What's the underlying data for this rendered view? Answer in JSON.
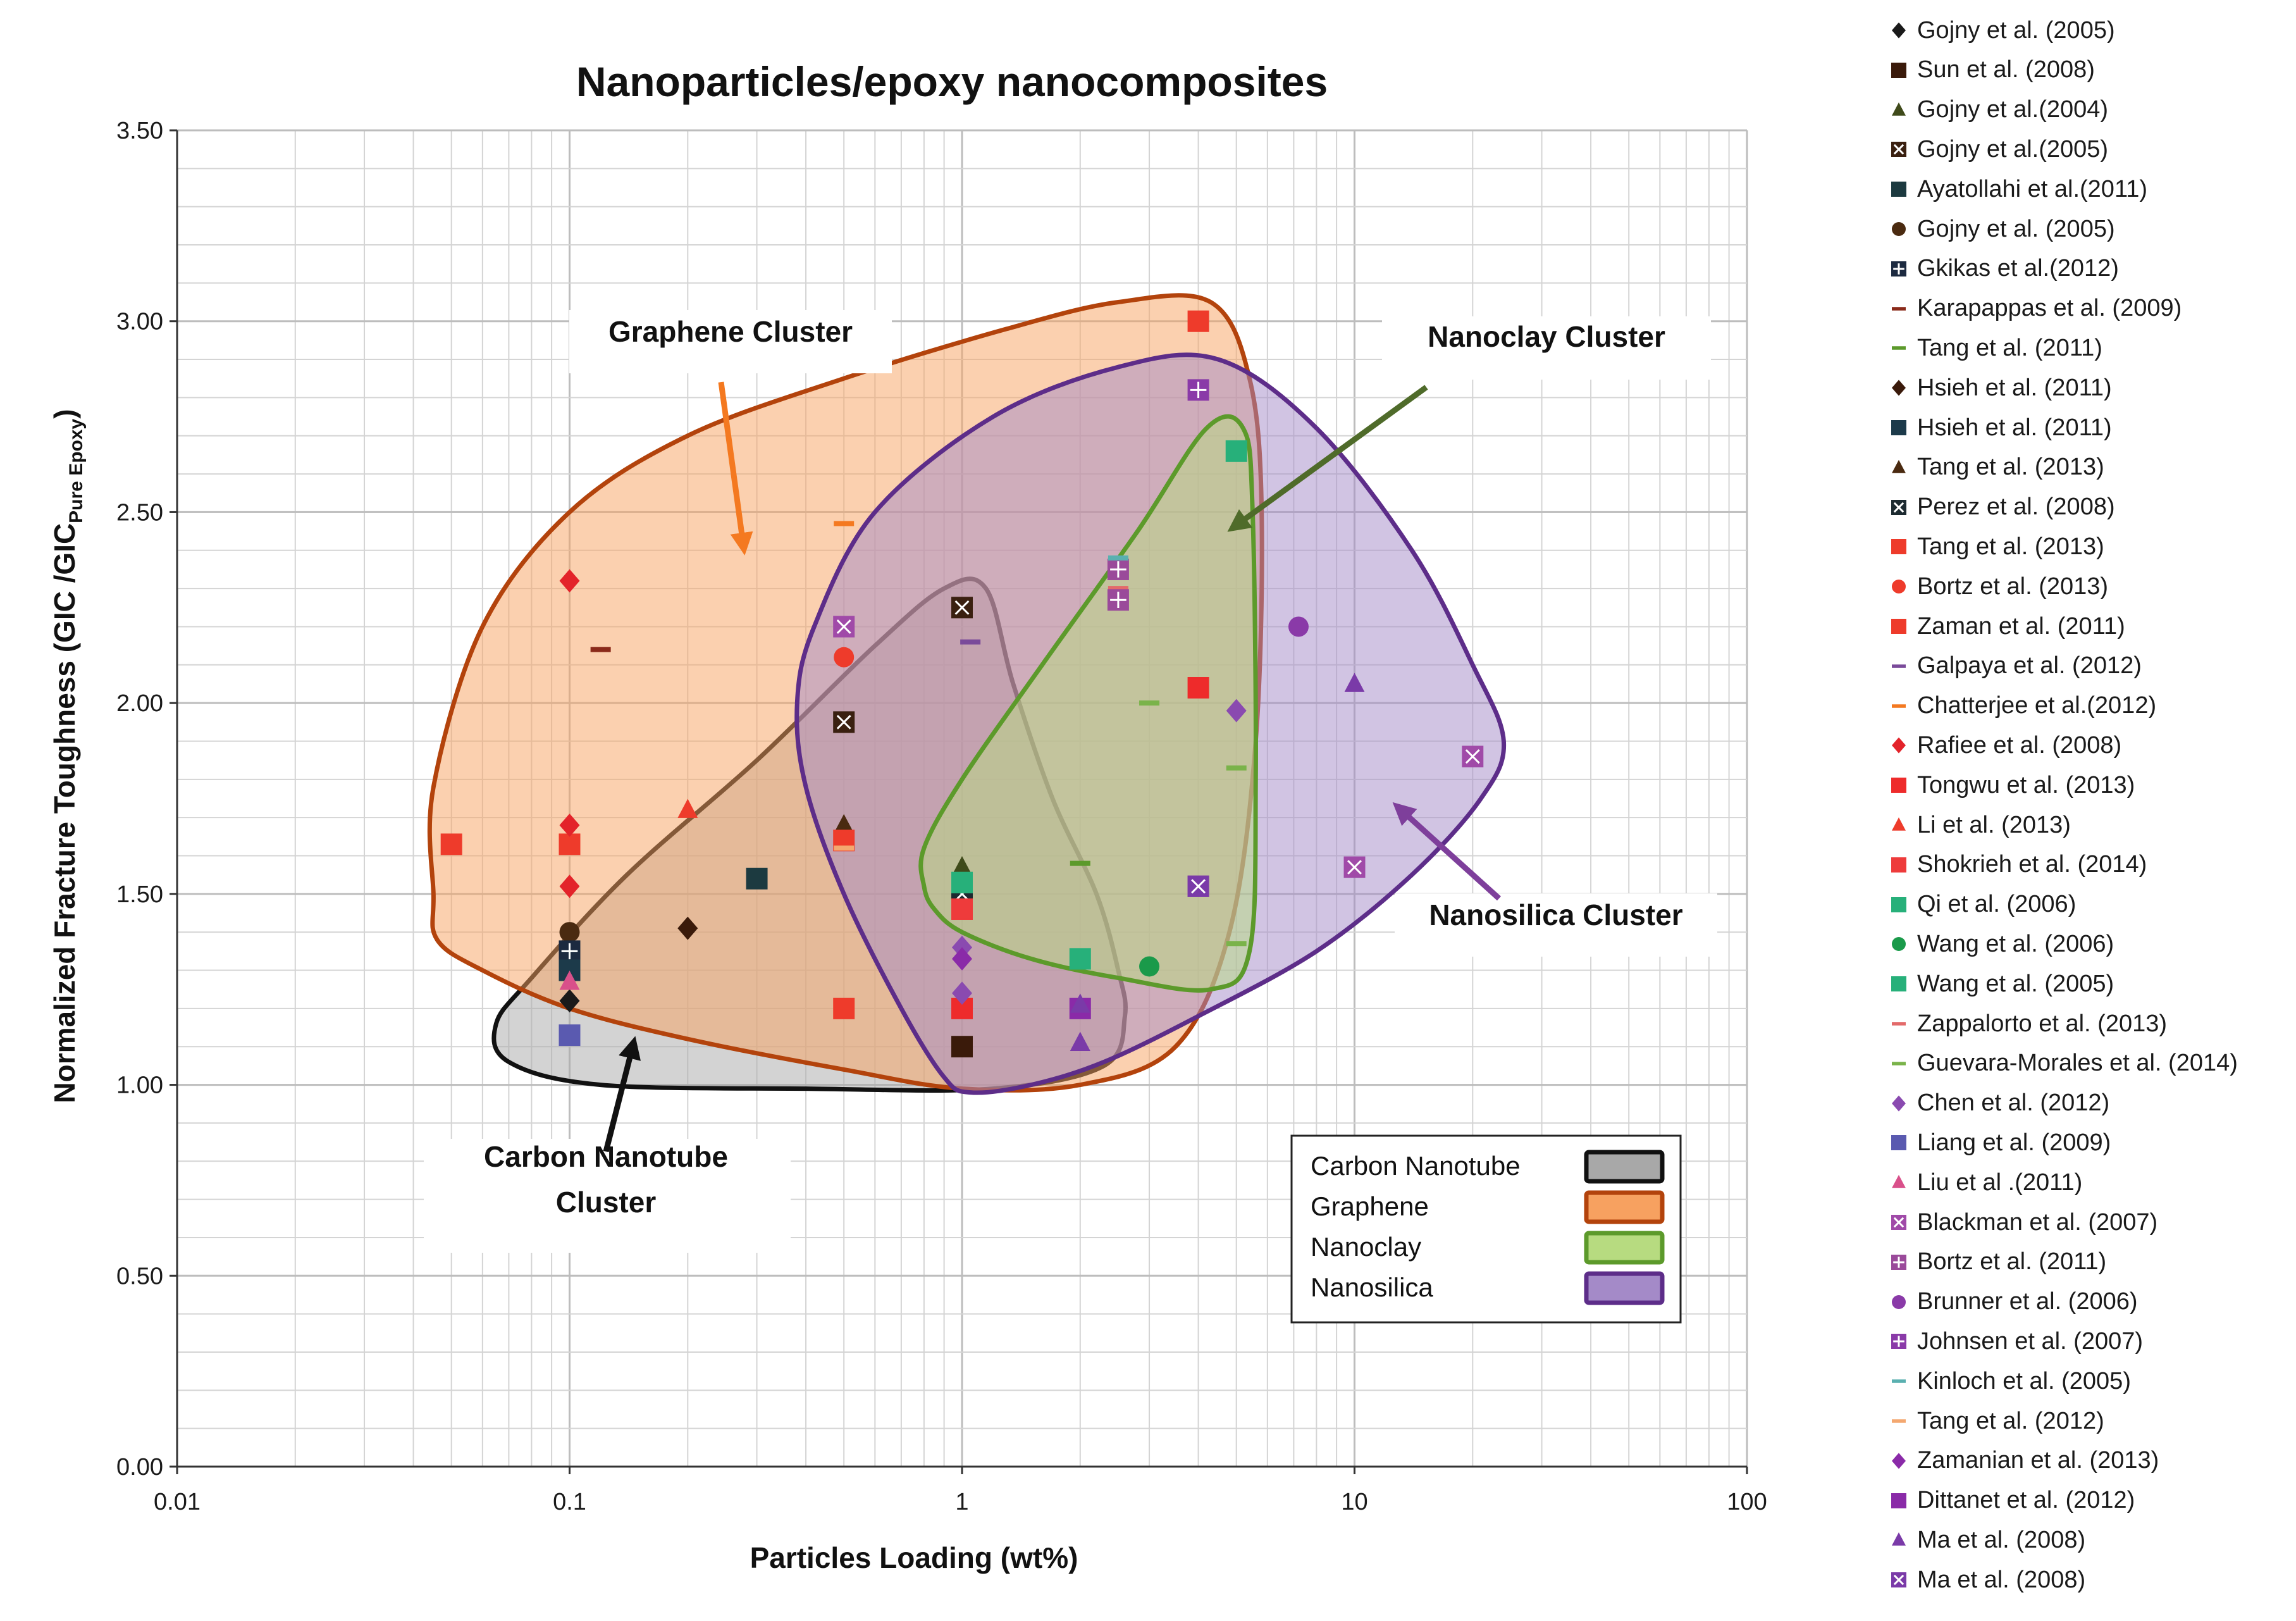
{
  "chart_data": {
    "type": "scatter",
    "title": "Nanoparticles/epoxy nanocomposites",
    "xlabel": "Particles Loading (wt%)",
    "ylabel_main": "Normalized Fracture Toughness (GIC /GIC",
    "ylabel_sub": "Pure Epoxy",
    "ylabel_close": ")",
    "x_scale": "log",
    "xlim": [
      0.01,
      100
    ],
    "ylim": [
      0,
      3.5
    ],
    "grid": true,
    "x_ticks": [
      {
        "value": 0.01,
        "label": "0.01"
      },
      {
        "value": 0.1,
        "label": "0.1"
      },
      {
        "value": 1,
        "label": "1"
      },
      {
        "value": 10,
        "label": "10"
      },
      {
        "value": 100,
        "label": "100"
      }
    ],
    "y_ticks": [
      {
        "value": 0,
        "label": "0.00"
      },
      {
        "value": 0.5,
        "label": "0.50"
      },
      {
        "value": 1.0,
        "label": "1.00"
      },
      {
        "value": 1.5,
        "label": "1.50"
      },
      {
        "value": 2.0,
        "label": "2.00"
      },
      {
        "value": 2.5,
        "label": "2.50"
      },
      {
        "value": 3.0,
        "label": "3.00"
      },
      {
        "value": 3.5,
        "label": "3.50"
      }
    ],
    "regions": [
      {
        "name": "Carbon Nanotube",
        "fill": "#a8a8a8",
        "stroke": "#111111",
        "points": [
          [
            0.065,
            1.16
          ],
          [
            0.08,
            1.28
          ],
          [
            0.14,
            1.55
          ],
          [
            0.3,
            1.85
          ],
          [
            0.6,
            2.15
          ],
          [
            0.9,
            2.3
          ],
          [
            1.15,
            2.3
          ],
          [
            1.35,
            2.05
          ],
          [
            1.7,
            1.75
          ],
          [
            2.2,
            1.5
          ],
          [
            2.5,
            1.3
          ],
          [
            2.6,
            1.18
          ],
          [
            2.3,
            1.05
          ],
          [
            1.2,
            0.99
          ],
          [
            0.4,
            0.99
          ],
          [
            0.12,
            1.0
          ],
          [
            0.07,
            1.06
          ]
        ]
      },
      {
        "name": "Graphene",
        "fill": "#f7a160",
        "stroke": "#b3430c",
        "points": [
          [
            0.045,
            1.5
          ],
          [
            0.045,
            1.78
          ],
          [
            0.06,
            2.2
          ],
          [
            0.1,
            2.5
          ],
          [
            0.2,
            2.7
          ],
          [
            0.5,
            2.85
          ],
          [
            1.3,
            2.98
          ],
          [
            2.5,
            3.05
          ],
          [
            4.3,
            3.05
          ],
          [
            5.4,
            2.85
          ],
          [
            5.8,
            2.5
          ],
          [
            5.6,
            1.9
          ],
          [
            4.8,
            1.4
          ],
          [
            3.5,
            1.1
          ],
          [
            2,
            1.0
          ],
          [
            1,
            0.99
          ],
          [
            0.5,
            1.04
          ],
          [
            0.2,
            1.12
          ],
          [
            0.1,
            1.2
          ],
          [
            0.06,
            1.3
          ],
          [
            0.046,
            1.38
          ]
        ]
      },
      {
        "name": "Nanosilica",
        "fill": "#a48ac8",
        "stroke": "#5d2d89",
        "points": [
          [
            0.38,
            2.0
          ],
          [
            0.42,
            2.2
          ],
          [
            0.6,
            2.5
          ],
          [
            1.2,
            2.75
          ],
          [
            2.5,
            2.88
          ],
          [
            4.5,
            2.9
          ],
          [
            8,
            2.72
          ],
          [
            14,
            2.4
          ],
          [
            20,
            2.1
          ],
          [
            24,
            1.9
          ],
          [
            21,
            1.75
          ],
          [
            14,
            1.55
          ],
          [
            8,
            1.35
          ],
          [
            4,
            1.18
          ],
          [
            2.3,
            1.06
          ],
          [
            1.5,
            1.0
          ],
          [
            1.05,
            0.98
          ],
          [
            0.9,
            1.02
          ],
          [
            0.7,
            1.2
          ],
          [
            0.5,
            1.5
          ],
          [
            0.4,
            1.78
          ]
        ]
      },
      {
        "name": "Nanoclay",
        "fill": "#b7db80",
        "stroke": "#5c9a2b",
        "points": [
          [
            0.8,
            1.52
          ],
          [
            0.8,
            1.62
          ],
          [
            1.0,
            1.8
          ],
          [
            1.6,
            2.1
          ],
          [
            2.8,
            2.45
          ],
          [
            4.2,
            2.72
          ],
          [
            5.2,
            2.72
          ],
          [
            5.5,
            2.5
          ],
          [
            5.6,
            1.8
          ],
          [
            5.4,
            1.35
          ],
          [
            4.3,
            1.25
          ],
          [
            2.5,
            1.28
          ],
          [
            1.5,
            1.33
          ],
          [
            1.0,
            1.4
          ],
          [
            0.85,
            1.46
          ]
        ]
      }
    ],
    "cluster_labels": [
      {
        "lines": [
          "Graphene Cluster"
        ],
        "color": "#111111",
        "arrow": "#f47920"
      },
      {
        "lines": [
          "Nanoclay Cluster"
        ],
        "color": "#111111",
        "arrow": "#4f6b2a"
      },
      {
        "lines": [
          "Nanosilica Cluster"
        ],
        "color": "#111111",
        "arrow": "#7e3f9b"
      },
      {
        "lines": [
          "Carbon Nanotube",
          "Cluster"
        ],
        "color": "#111111",
        "arrow": "#111111"
      }
    ],
    "inset_legend": [
      {
        "label": "Carbon Nanotube",
        "fill": "#a8a8a8",
        "stroke": "#111111"
      },
      {
        "label": "Graphene",
        "fill": "#f7a160",
        "stroke": "#b3430c"
      },
      {
        "label": "Nanoclay",
        "fill": "#b7db80",
        "stroke": "#5c9a2b"
      },
      {
        "label": "Nanosilica",
        "fill": "#a48ac8",
        "stroke": "#5d2d89"
      }
    ],
    "series": [
      {
        "name": "Gojny et al. (2005)",
        "marker": "diamond",
        "color": "#1a1a1a",
        "points": [
          [
            0.1,
            1.22
          ]
        ]
      },
      {
        "name": "Sun et al. (2008)",
        "marker": "square",
        "color": "#3a1a0a",
        "points": [
          [
            1.0,
            1.1
          ]
        ]
      },
      {
        "name": "Gojny et al.(2004)",
        "marker": "triangle",
        "color": "#3f4a1a",
        "points": [
          [
            1.0,
            1.57
          ]
        ]
      },
      {
        "name": "Gojny et al.(2005)",
        "marker": "square-x",
        "color": "#3a2010",
        "points": [
          [
            0.1,
            1.3
          ],
          [
            0.5,
            1.95
          ],
          [
            1.0,
            2.25
          ]
        ]
      },
      {
        "name": "Ayatollahi et al.(2011)",
        "marker": "square",
        "color": "#1c3a40",
        "points": [
          [
            0.3,
            1.54
          ]
        ]
      },
      {
        "name": "Gojny et al. (2005)",
        "marker": "circle",
        "color": "#4a2a10",
        "points": [
          [
            0.1,
            1.4
          ]
        ]
      },
      {
        "name": "Gkikas et al.(2012)",
        "marker": "square-plus",
        "color": "#1c2a40",
        "points": [
          [
            0.1,
            1.35
          ]
        ]
      },
      {
        "name": "Karapappas et al. (2009)",
        "marker": "dash",
        "color": "#8a2a1a",
        "points": [
          [
            0.12,
            2.14
          ]
        ]
      },
      {
        "name": "Tang et al. (2011)",
        "marker": "dash",
        "color": "#5c9a2b",
        "points": [
          [
            2.0,
            1.58
          ]
        ]
      },
      {
        "name": "Hsieh et al. (2011)",
        "marker": "diamond",
        "color": "#3a1a0a",
        "points": [
          [
            0.2,
            1.41
          ]
        ]
      },
      {
        "name": "Hsieh et al. (2011)",
        "marker": "square",
        "color": "#1c3a4a",
        "points": [
          [
            0.1,
            1.3
          ]
        ]
      },
      {
        "name": "Tang et al. (2013)",
        "marker": "triangle",
        "color": "#4a2a10",
        "points": [
          [
            0.5,
            1.68
          ]
        ]
      },
      {
        "name": "Perez et al. (2008)",
        "marker": "square-x",
        "color": "#1c2a30",
        "points": [
          [
            1.0,
            1.5
          ]
        ]
      },
      {
        "name": "Tang et al. (2013)",
        "marker": "square",
        "color": "#ee3b2b",
        "points": [
          [
            0.05,
            1.63
          ],
          [
            0.1,
            1.63
          ],
          [
            0.5,
            1.2
          ],
          [
            4.0,
            3.0
          ]
        ]
      },
      {
        "name": "Bortz et al. (2013)",
        "marker": "circle",
        "color": "#ee3b2b",
        "points": [
          [
            0.5,
            2.12
          ]
        ]
      },
      {
        "name": "Zaman et al. (2011)",
        "marker": "square",
        "color": "#ee3b2b",
        "points": [
          [
            0.5,
            1.64
          ]
        ]
      },
      {
        "name": "Galpaya et al. (2012)",
        "marker": "dash",
        "color": "#7a4a9a",
        "points": [
          [
            1.05,
            2.16
          ]
        ]
      },
      {
        "name": "Chatterjee et al.(2012)",
        "marker": "dash",
        "color": "#f47920",
        "points": [
          [
            0.5,
            2.47
          ]
        ]
      },
      {
        "name": "Rafiee et al. (2008)",
        "marker": "diamond",
        "color": "#e3232a",
        "points": [
          [
            0.1,
            2.32
          ],
          [
            0.1,
            1.68
          ],
          [
            0.1,
            1.52
          ]
        ]
      },
      {
        "name": "Tongwu et al. (2013)",
        "marker": "square",
        "color": "#ee2b2b",
        "points": [
          [
            1.0,
            1.2
          ],
          [
            4.0,
            2.04
          ]
        ]
      },
      {
        "name": "Li et al. (2013)",
        "marker": "triangle",
        "color": "#ee3b2b",
        "points": [
          [
            0.2,
            1.72
          ]
        ]
      },
      {
        "name": "Shokrieh et al. (2014)",
        "marker": "square",
        "color": "#ee3b3b",
        "points": [
          [
            1.0,
            1.46
          ]
        ]
      },
      {
        "name": "Qi et al. (2006)",
        "marker": "square",
        "color": "#27b07a",
        "points": [
          [
            1.0,
            1.53
          ],
          [
            5.0,
            2.66
          ]
        ]
      },
      {
        "name": "Wang et al. (2006)",
        "marker": "circle",
        "color": "#1a9a4a",
        "points": [
          [
            3.0,
            1.31
          ]
        ]
      },
      {
        "name": "Wang et al. (2005)",
        "marker": "square",
        "color": "#27b07a",
        "points": [
          [
            2.0,
            1.33
          ]
        ]
      },
      {
        "name": "Zappalorto et al. (2013)",
        "marker": "dash",
        "color": "#e36a6a",
        "points": [
          [
            2.5,
            2.3
          ]
        ]
      },
      {
        "name": "Guevara-Morales et al. (2014)",
        "marker": "dash",
        "color": "#7ab34a",
        "points": [
          [
            3.0,
            2.0
          ],
          [
            5.0,
            1.83
          ],
          [
            5.0,
            1.37
          ]
        ]
      },
      {
        "name": "Chen et al. (2012)",
        "marker": "diamond",
        "color": "#8a4ab0",
        "points": [
          [
            1.0,
            1.36
          ],
          [
            1.0,
            1.24
          ],
          [
            5.0,
            1.98
          ]
        ]
      },
      {
        "name": "Liang et al. (2009)",
        "marker": "square",
        "color": "#5a5ab0",
        "points": [
          [
            0.1,
            1.13
          ]
        ]
      },
      {
        "name": "Liu et al .(2011)",
        "marker": "triangle",
        "color": "#d9508a",
        "points": [
          [
            0.1,
            1.27
          ]
        ]
      },
      {
        "name": "Blackman et al. (2007)",
        "marker": "square-x",
        "color": "#a04aa8",
        "points": [
          [
            0.5,
            2.2
          ],
          [
            4.0,
            1.52
          ],
          [
            10.0,
            1.57
          ],
          [
            20.0,
            1.86
          ]
        ]
      },
      {
        "name": "Bortz et al. (2011)",
        "marker": "square-plus",
        "color": "#9a4a9a",
        "points": [
          [
            2.5,
            2.35
          ],
          [
            2.5,
            2.27
          ]
        ]
      },
      {
        "name": "Brunner et al. (2006)",
        "marker": "circle",
        "color": "#8a3aa8",
        "points": [
          [
            7.2,
            2.2
          ]
        ]
      },
      {
        "name": "Johnsen et al. (2007)",
        "marker": "square-plus",
        "color": "#8a3aa8",
        "points": [
          [
            4.0,
            2.82
          ]
        ]
      },
      {
        "name": "Kinloch et al. (2005)",
        "marker": "dash",
        "color": "#5ab0b0",
        "points": [
          [
            2.5,
            2.38
          ]
        ]
      },
      {
        "name": "Tang et al. (2012)",
        "marker": "dash",
        "color": "#f4a870",
        "points": [
          [
            0.5,
            1.62
          ]
        ]
      },
      {
        "name": "Zamanian et al. (2013)",
        "marker": "diamond",
        "color": "#8a2aa8",
        "points": [
          [
            1.0,
            1.33
          ]
        ]
      },
      {
        "name": "Dittanet et al. (2012)",
        "marker": "square",
        "color": "#8a2aa8",
        "points": [
          [
            2.0,
            1.2
          ]
        ]
      },
      {
        "name": "Ma et al. (2008)",
        "marker": "triangle",
        "color": "#7a3aa8",
        "points": [
          [
            2.0,
            1.21
          ],
          [
            2.0,
            1.11
          ],
          [
            10.0,
            2.05
          ]
        ]
      },
      {
        "name": "Ma et al. (2008)",
        "marker": "square-x",
        "color": "#7a3aa8",
        "points": [
          [
            4.0,
            1.52
          ]
        ]
      }
    ]
  }
}
